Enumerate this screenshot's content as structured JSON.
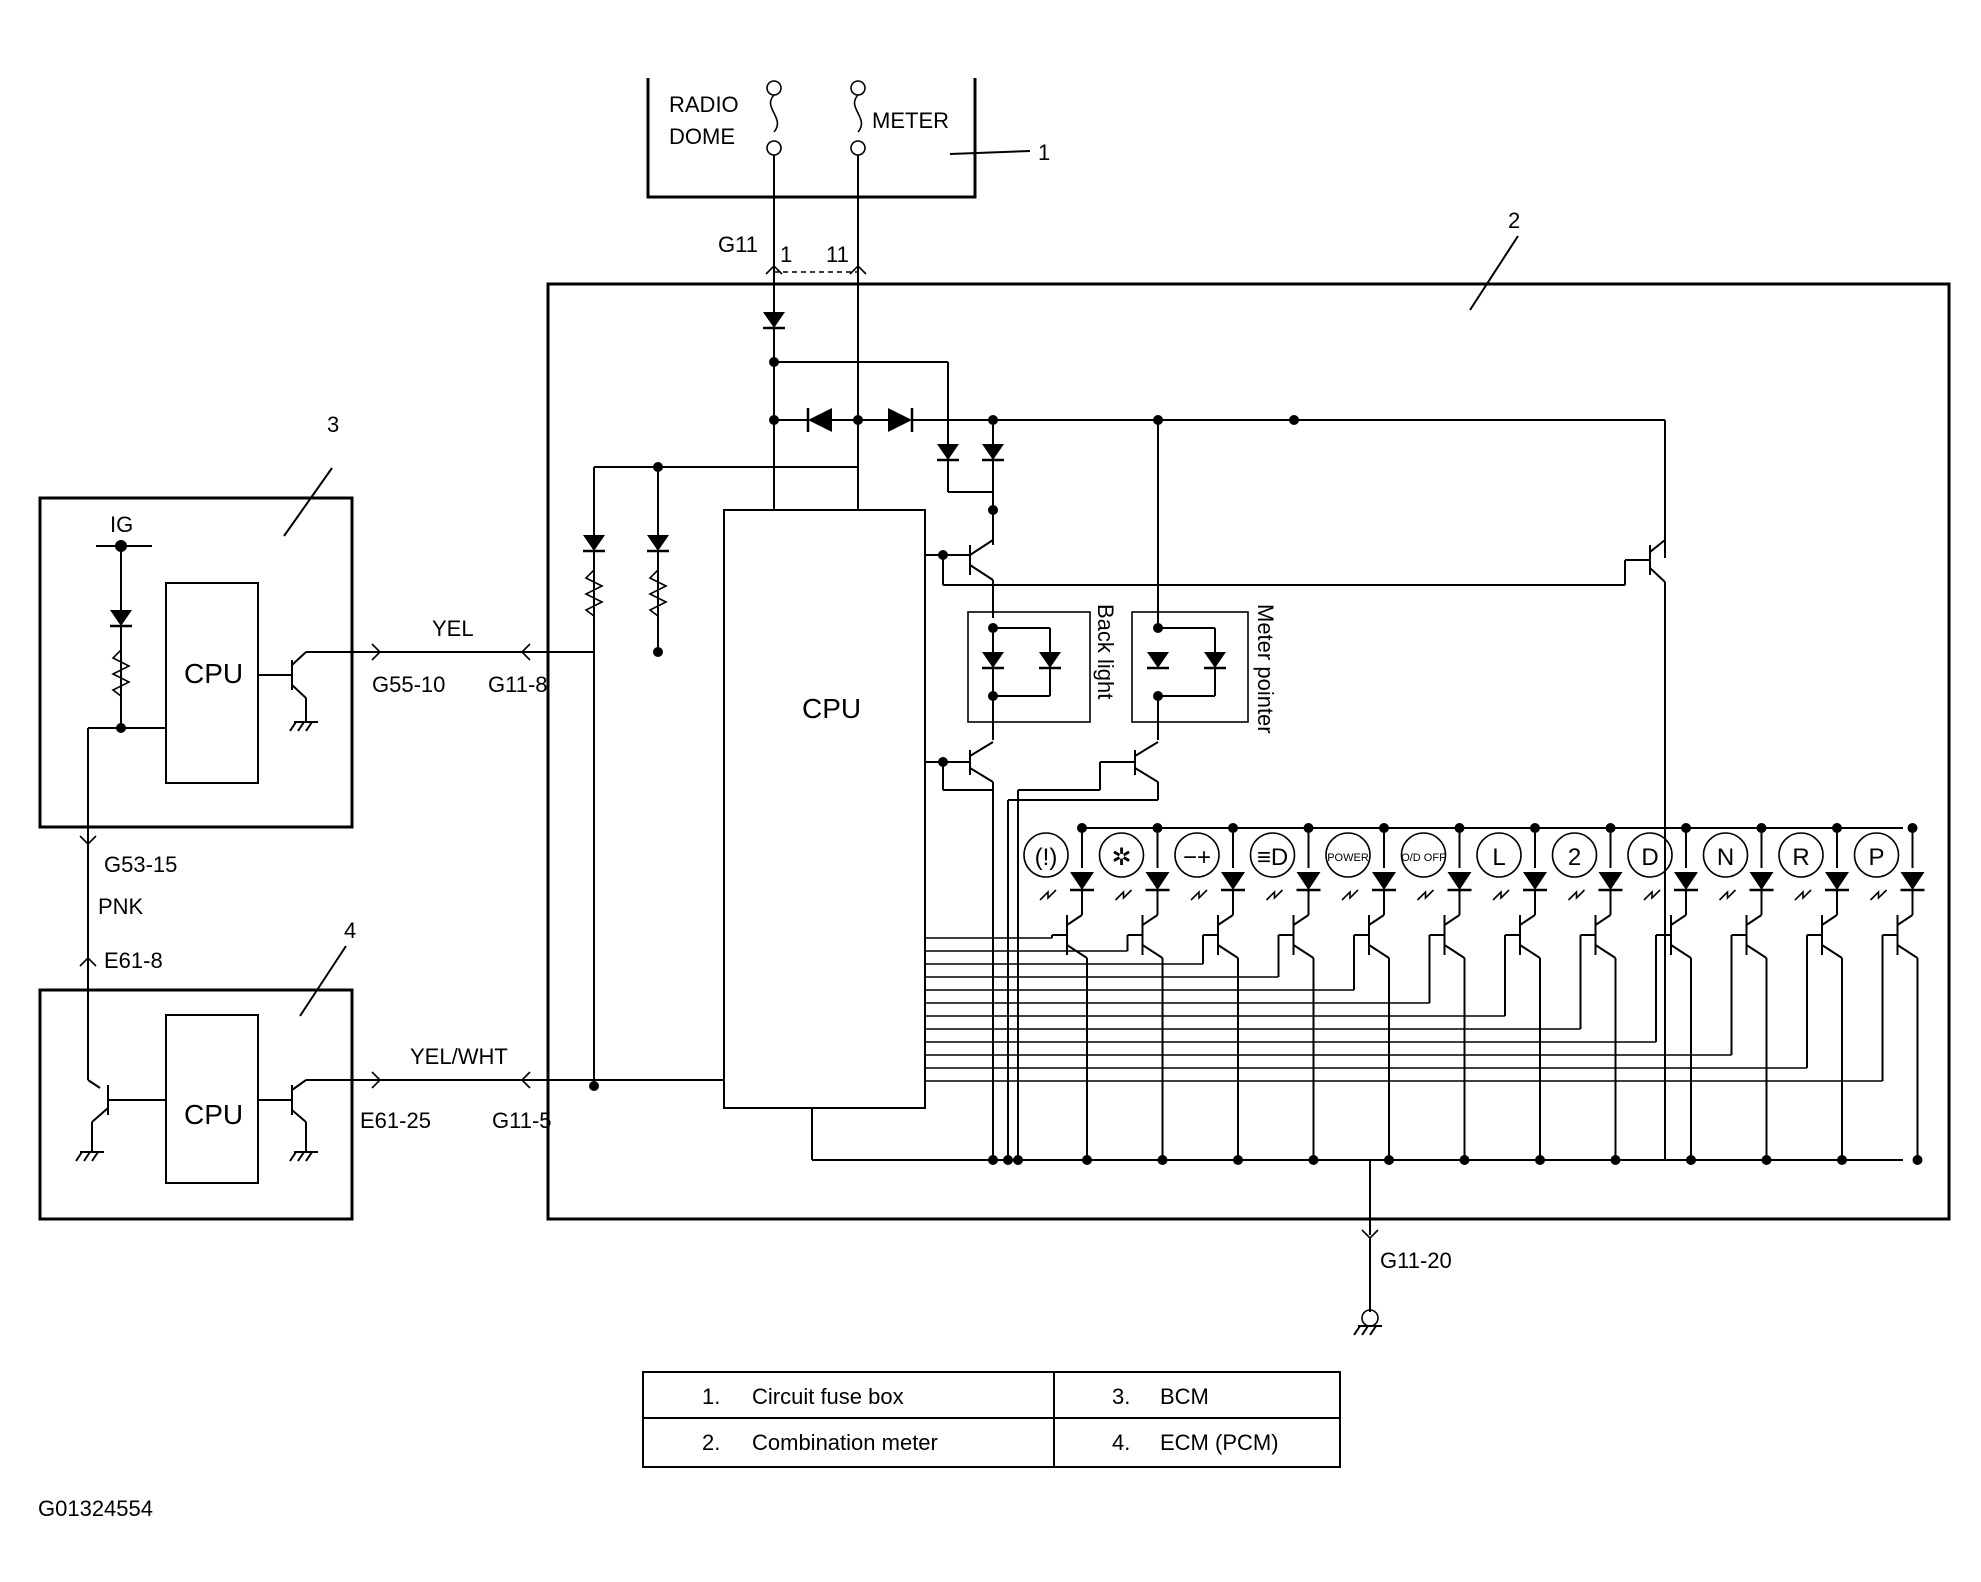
{
  "fuse_box": {
    "fuse1_label_line1": "RADIO",
    "fuse1_label_line2": "DOME",
    "fuse2_label": "METER",
    "connector": "G11",
    "pin_left": "1",
    "pin_right": "11"
  },
  "callouts": [
    "1",
    "2",
    "3",
    "4"
  ],
  "meter": {
    "cpu_label": "CPU",
    "backlight_label": "Back light",
    "meter_pointer_label": "Meter pointer",
    "ground_connector": "G11-20",
    "indicators": [
      {
        "name": "brake",
        "symbol": "(!)"
      },
      {
        "name": "washer",
        "symbol": "✲"
      },
      {
        "name": "charge",
        "symbol": "−+"
      },
      {
        "name": "headlight",
        "symbol": "≡D"
      },
      {
        "name": "power",
        "symbol": "POWER"
      },
      {
        "name": "od-off",
        "symbol": "O/D OFF"
      },
      {
        "name": "L",
        "symbol": "L"
      },
      {
        "name": "2",
        "symbol": "2"
      },
      {
        "name": "D",
        "symbol": "D"
      },
      {
        "name": "N",
        "symbol": "N"
      },
      {
        "name": "R",
        "symbol": "R"
      },
      {
        "name": "P",
        "symbol": "P"
      }
    ]
  },
  "bcm": {
    "ig_label": "IG",
    "cpu_label": "CPU",
    "out_connector": "G55-10",
    "down_connector": "G53-15"
  },
  "ecm": {
    "cpu_label": "CPU",
    "out_connector": "E61-25",
    "in_connector": "E61-8"
  },
  "wires": {
    "yel": "YEL",
    "yel_wht": "YEL/WHT",
    "pnk": "PNK",
    "meter_pin_yel": "G11-8",
    "meter_pin_yelwht": "G11-5"
  },
  "legend": [
    {
      "num": "1.",
      "label": "Circuit fuse box"
    },
    {
      "num": "3.",
      "label": "BCM"
    },
    {
      "num": "2.",
      "label": "Combination meter"
    },
    {
      "num": "4.",
      "label": "ECM (PCM)"
    }
  ],
  "figure_id": "G01324554"
}
